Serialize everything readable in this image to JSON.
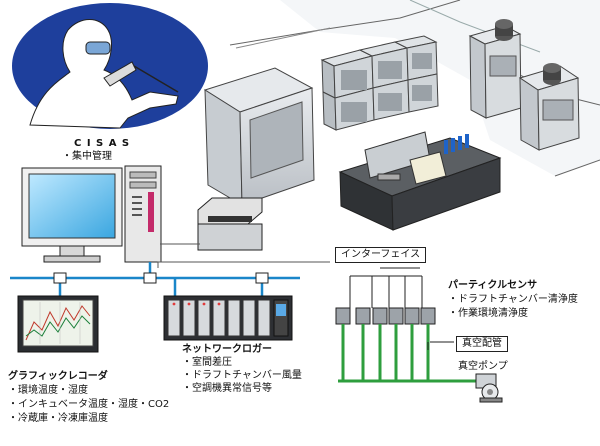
{
  "cisas": {
    "title": "C I S A S",
    "items": [
      "・集中管理"
    ]
  },
  "interface": {
    "label": "インターフェイス"
  },
  "particle_sensor": {
    "title": "パーティクルセンサ",
    "items": [
      "・ドラフトチャンバー清浄度",
      "・作業環境清浄度"
    ]
  },
  "vacuum_pipe": {
    "label": "真空配管"
  },
  "vacuum_pump": {
    "label": "真空ポンプ"
  },
  "network_logger": {
    "title": "ネットワークロガー",
    "items": [
      "・室間差圧",
      "・ドラフトチャンバー風量",
      "・空調機異常信号等"
    ]
  },
  "graphic_recorder": {
    "title": "グラフィックレコーダ",
    "items": [
      "・環境温度・湿度",
      "・インキュベータ温度・湿度・CO2",
      "・冷蔵庫・冷凍庫温度"
    ]
  },
  "colors": {
    "network_line": "#1a86c9",
    "vacuum_pipe": "#2e9e3e",
    "oval_fill": "#1e3f9c"
  }
}
